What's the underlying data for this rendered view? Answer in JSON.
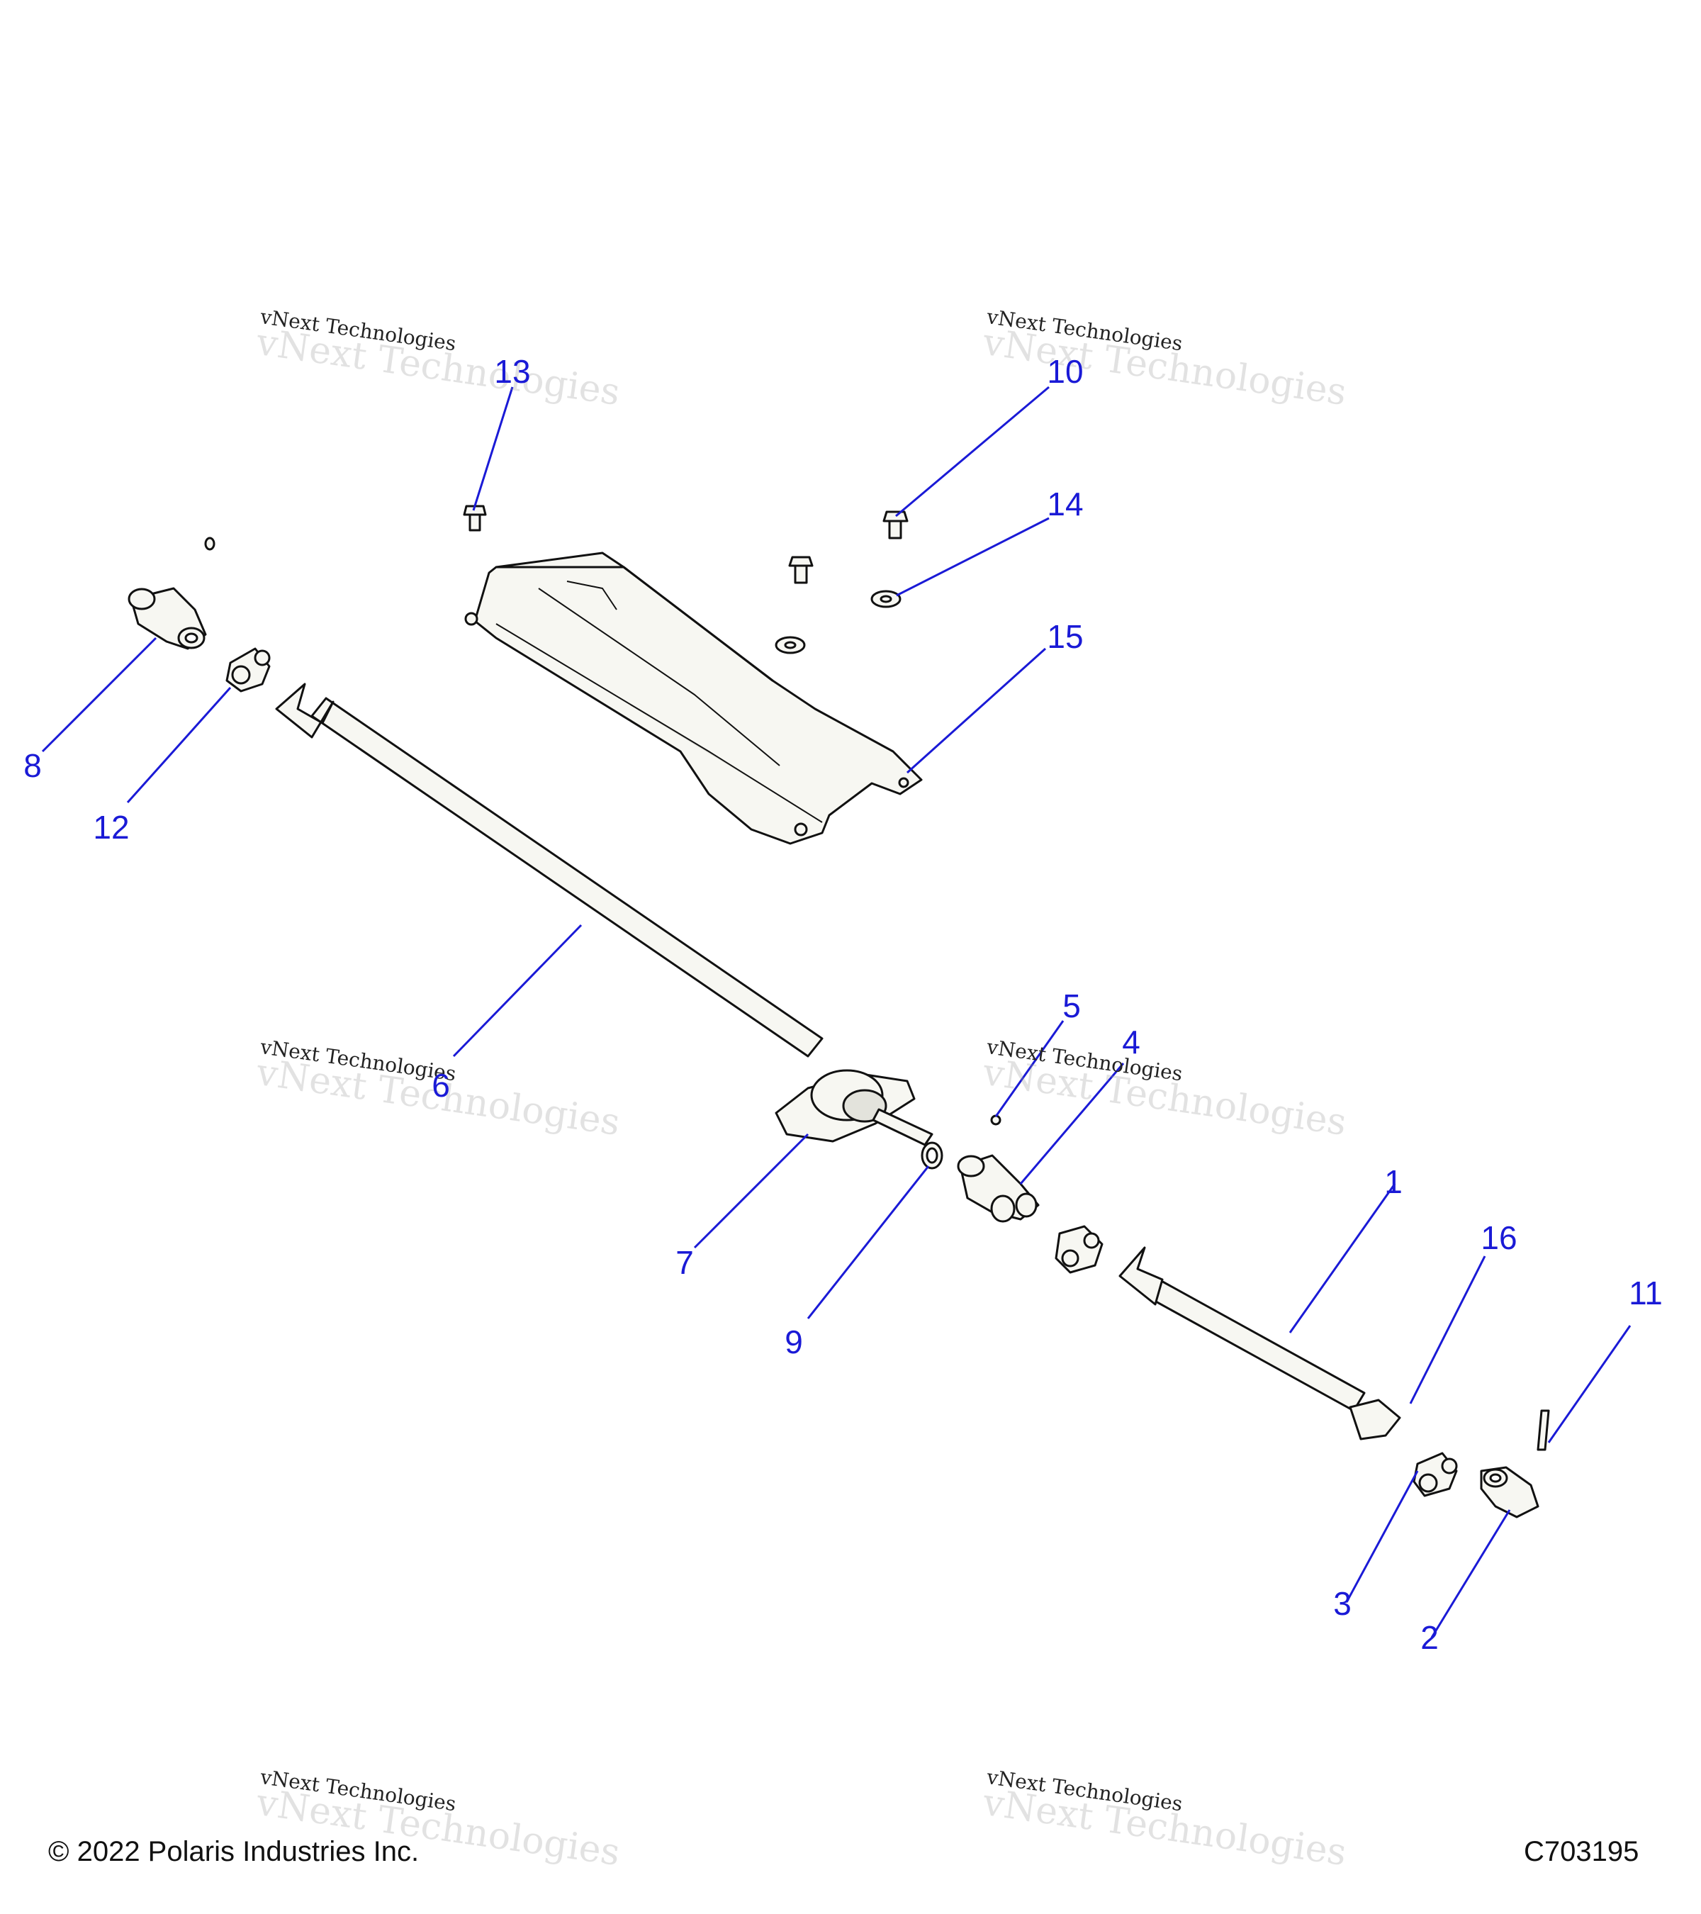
{
  "callouts": [
    {
      "id": "1",
      "label": "1"
    },
    {
      "id": "2",
      "label": "2"
    },
    {
      "id": "3",
      "label": "3"
    },
    {
      "id": "4",
      "label": "4"
    },
    {
      "id": "5",
      "label": "5"
    },
    {
      "id": "6",
      "label": "6"
    },
    {
      "id": "7",
      "label": "7"
    },
    {
      "id": "8",
      "label": "8"
    },
    {
      "id": "9",
      "label": "9"
    },
    {
      "id": "10",
      "label": "10"
    },
    {
      "id": "11",
      "label": "11"
    },
    {
      "id": "12",
      "label": "12"
    },
    {
      "id": "13",
      "label": "13"
    },
    {
      "id": "14",
      "label": "14"
    },
    {
      "id": "15",
      "label": "15"
    },
    {
      "id": "16",
      "label": "16"
    }
  ],
  "watermark": {
    "line1": "vNext Technologies",
    "line2": "vNext Technologies"
  },
  "footer": {
    "copyright": "© 2022 Polaris Industries Inc.",
    "code": "C703195"
  },
  "colors": {
    "callout": "#1a1ad6",
    "line": "#111111",
    "part_fill": "#f7f7f2",
    "part_shade": "#e3e3dc"
  }
}
